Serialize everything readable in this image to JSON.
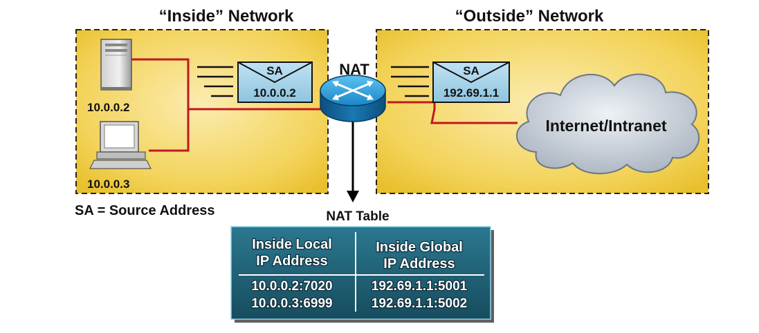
{
  "zones": {
    "inside_title": "“Inside” Network",
    "outside_title": "“Outside” Network"
  },
  "hosts": [
    {
      "ip": "10.0.0.2"
    },
    {
      "ip": "10.0.0.3"
    }
  ],
  "router": {
    "label": "NAT"
  },
  "packets": {
    "inside": {
      "tag": "SA",
      "address": "10.0.0.2"
    },
    "outside": {
      "tag": "SA",
      "address": "192.69.1.1"
    }
  },
  "cloud": {
    "label": "Internet/Intranet"
  },
  "legend": "SA = Source Address",
  "nat_table": {
    "title": "NAT Table",
    "headers": [
      [
        "Inside Local",
        "IP Address"
      ],
      [
        "Inside Global",
        "IP Address"
      ]
    ],
    "rows": [
      [
        "10.0.0.2:7020",
        "192.69.1.1:5001"
      ],
      [
        "10.0.0.3:6999",
        "192.69.1.1:5002"
      ]
    ]
  },
  "colors": {
    "zone_fill": "#f1cf4a",
    "wire": "#c0171e",
    "table_fill": "#1f5f74",
    "router": "#1e8fd0"
  }
}
